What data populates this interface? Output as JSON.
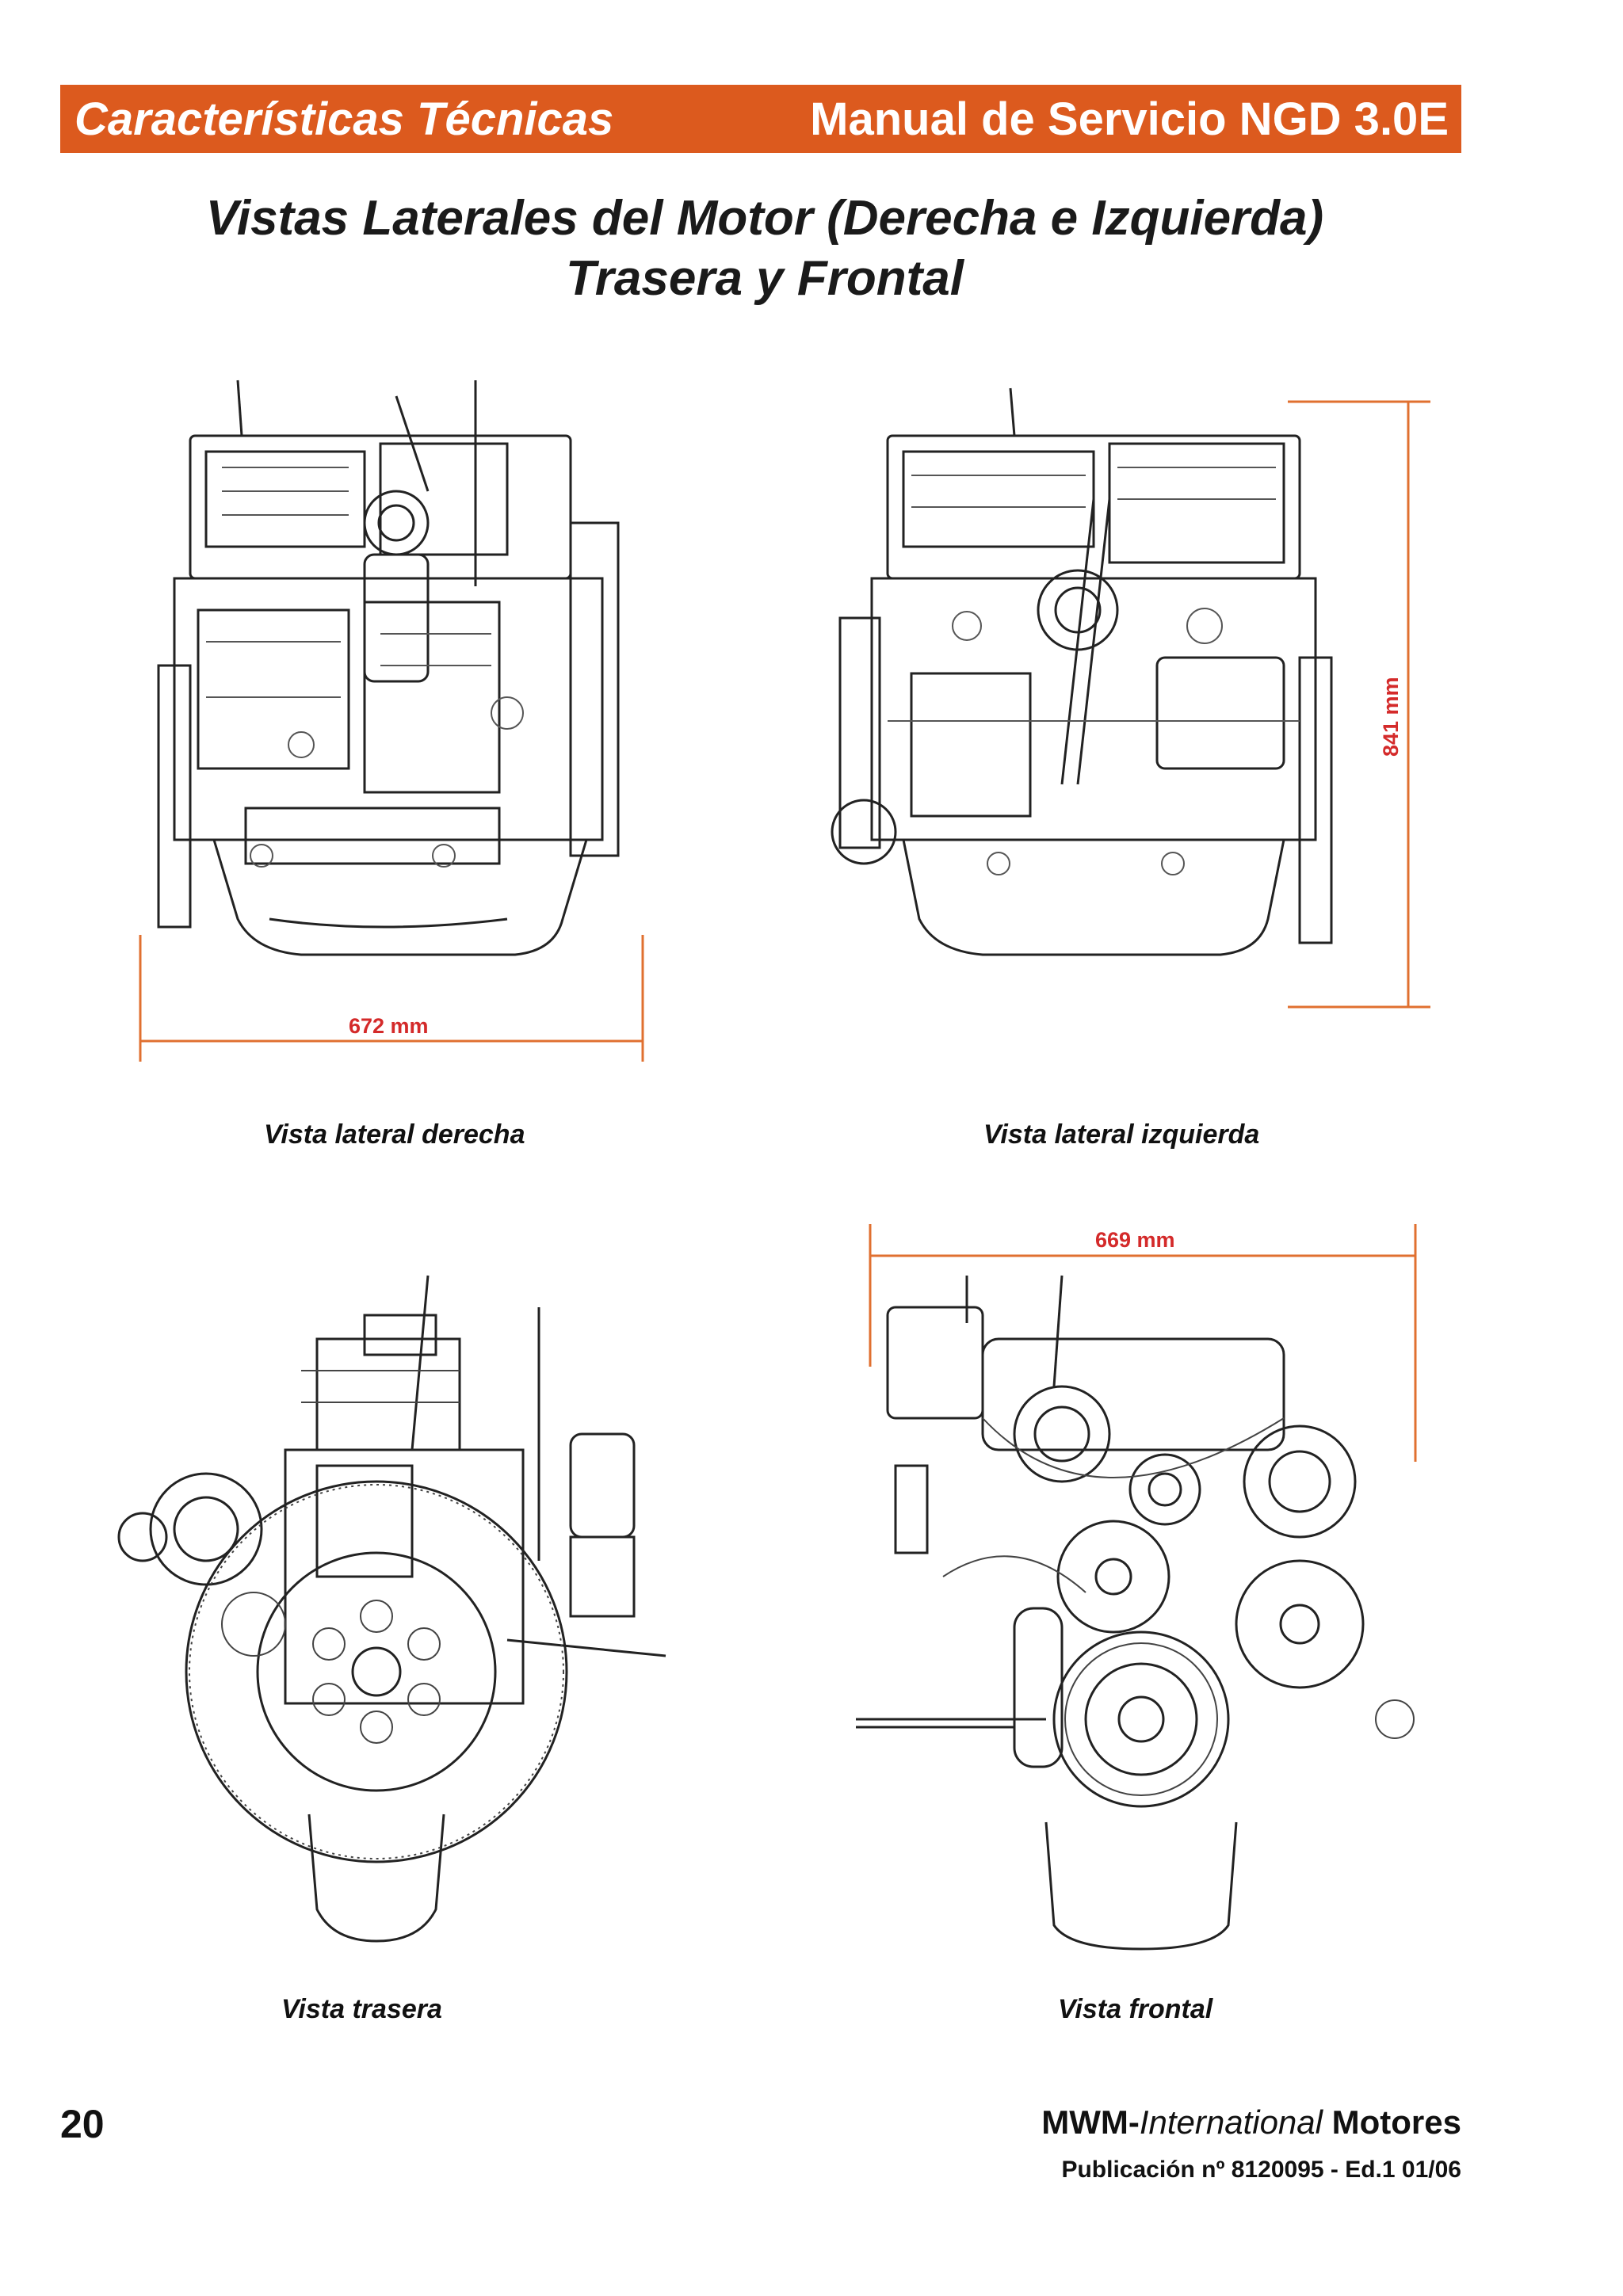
{
  "header": {
    "section": "Características Técnicas",
    "manual": "Manual de Servicio NGD 3.0E"
  },
  "title": {
    "line1": "Vistas Laterales del Motor (Derecha e Izquierda)",
    "line2": "Trasera y Frontal"
  },
  "views": {
    "right": {
      "caption": "Vista lateral derecha",
      "dimension": "672  mm"
    },
    "left": {
      "caption": "Vista lateral izquierda",
      "dimension": "841  mm"
    },
    "rear": {
      "caption": "Vista trasera"
    },
    "front": {
      "caption": "Vista frontal",
      "dimension": "669  mm"
    }
  },
  "footer": {
    "page_number": "20",
    "publisher_prefix": "MWM-",
    "publisher_italic": "International",
    "publisher_suffix": " Motores",
    "publication": "Publicación nº 8120095 - Ed.1 01/06"
  },
  "colors": {
    "header_bg": "#dc5a1e",
    "dimension": "#d42a2a",
    "dimension_line": "#e07030"
  }
}
